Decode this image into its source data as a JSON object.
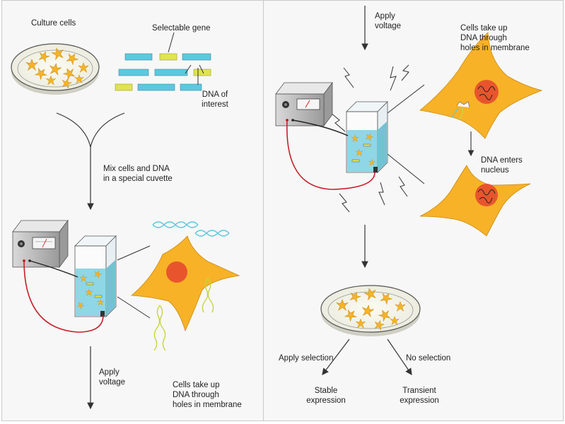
{
  "left_panel": {
    "culture_cells": "Culture cells",
    "selectable_gene": "Selectable gene",
    "dna_of_interest": [
      "DNA of",
      "interest"
    ],
    "mix_cells": [
      "Mix cells and DNA",
      "in a special cuvette"
    ],
    "apply_voltage": [
      "Apply",
      "voltage"
    ],
    "cells_take_up": [
      "Cells take up",
      "DNA through",
      "holes in membrane"
    ]
  },
  "right_panel": {
    "apply_voltage": [
      "Apply",
      "voltage"
    ],
    "cells_take_up": [
      "Cells take up",
      "DNA through",
      "holes in membrane"
    ],
    "dna_enters": [
      "DNA enters",
      "nucleus"
    ],
    "apply_selection": "Apply selection",
    "no_selection": "No selection",
    "stable": [
      "Stable",
      "expression"
    ],
    "transient": [
      "Transient",
      "expression"
    ]
  },
  "colors": {
    "cell_yellow": "#f3b42a",
    "cell_orange": "#f7b227",
    "gene_cyan": "#5cc8df",
    "gene_yellow": "#e0e44e",
    "cuvette_fluid": "#8fd6e6",
    "nucleus_red": "#e8552d",
    "wire_red": "#c8202a"
  }
}
